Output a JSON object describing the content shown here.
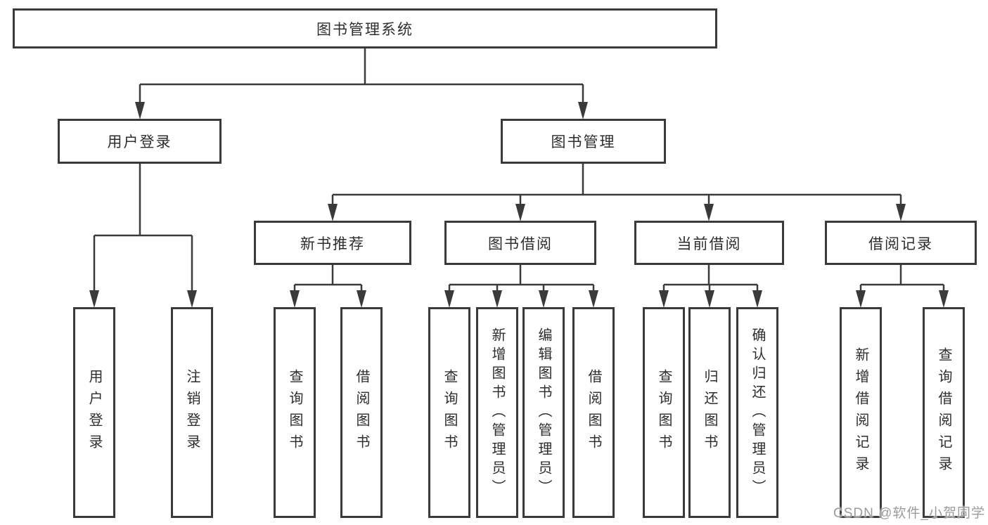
{
  "diagram": {
    "type": "tree",
    "line_color": "#3a3a3a",
    "box_background": "#ffffff",
    "root": {
      "label": "图书管理系统",
      "children": [
        {
          "label": "用户登录",
          "children": [
            {
              "label": "用户登录"
            },
            {
              "label": "注销登录"
            }
          ]
        },
        {
          "label": "图书管理",
          "children": [
            {
              "label": "新书推荐",
              "children": [
                {
                  "label": "查询图书"
                },
                {
                  "label": "借阅图书"
                }
              ]
            },
            {
              "label": "图书借阅",
              "children": [
                {
                  "label": "查询图书"
                },
                {
                  "label": "新增图书（管理员）"
                },
                {
                  "label": "编辑图书（管理员）"
                },
                {
                  "label": "借阅图书"
                }
              ]
            },
            {
              "label": "当前借阅",
              "children": [
                {
                  "label": "查询图书"
                },
                {
                  "label": "归还图书"
                },
                {
                  "label": "确认归还（管理员）"
                }
              ]
            },
            {
              "label": "借阅记录",
              "children": [
                {
                  "label": "新增借阅记录"
                },
                {
                  "label": "查询借阅记录"
                }
              ]
            }
          ]
        }
      ]
    }
  },
  "watermark": {
    "text": "CSDN @软件_小贺同学"
  }
}
